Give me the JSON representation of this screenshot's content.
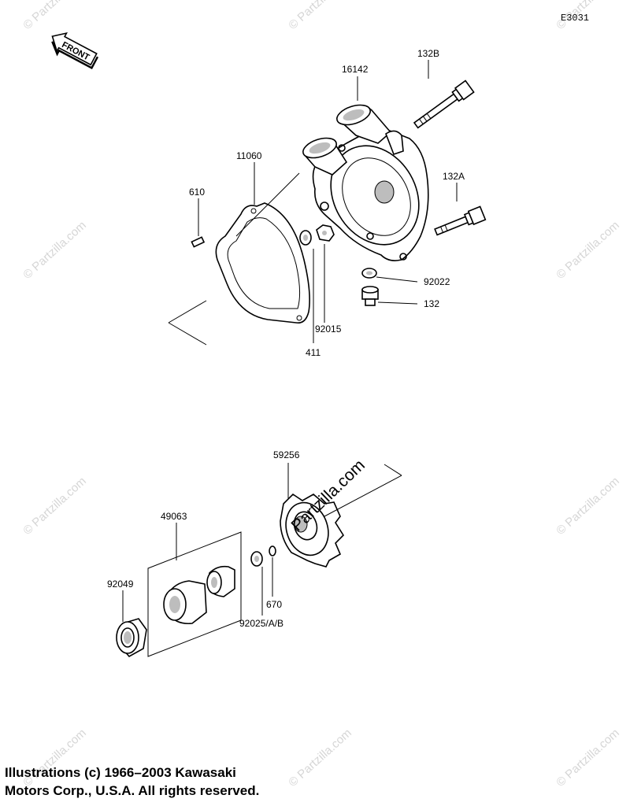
{
  "diagram_code": "E3031",
  "front_marker": "FRONT",
  "watermark_text": "© Partzilla.com",
  "watermark_center_text": "Partzilla.com",
  "parts": {
    "p16142": "16142",
    "p132B": "132B",
    "p11060": "11060",
    "p610": "610",
    "p132A": "132A",
    "p92022": "92022",
    "p132": "132",
    "p92015": "92015",
    "p411": "411",
    "p59256": "59256",
    "p49063": "49063",
    "p92049": "92049",
    "p670": "670",
    "p92025": "92025/A/B"
  },
  "copyright": {
    "line1": "Illustrations (c) 1966–2003 Kawasaki",
    "line2": "Motors Corp., U.S.A.  All rights reserved."
  },
  "colors": {
    "ink": "#000000",
    "watermark": "#d6d6d6",
    "background": "#ffffff"
  }
}
